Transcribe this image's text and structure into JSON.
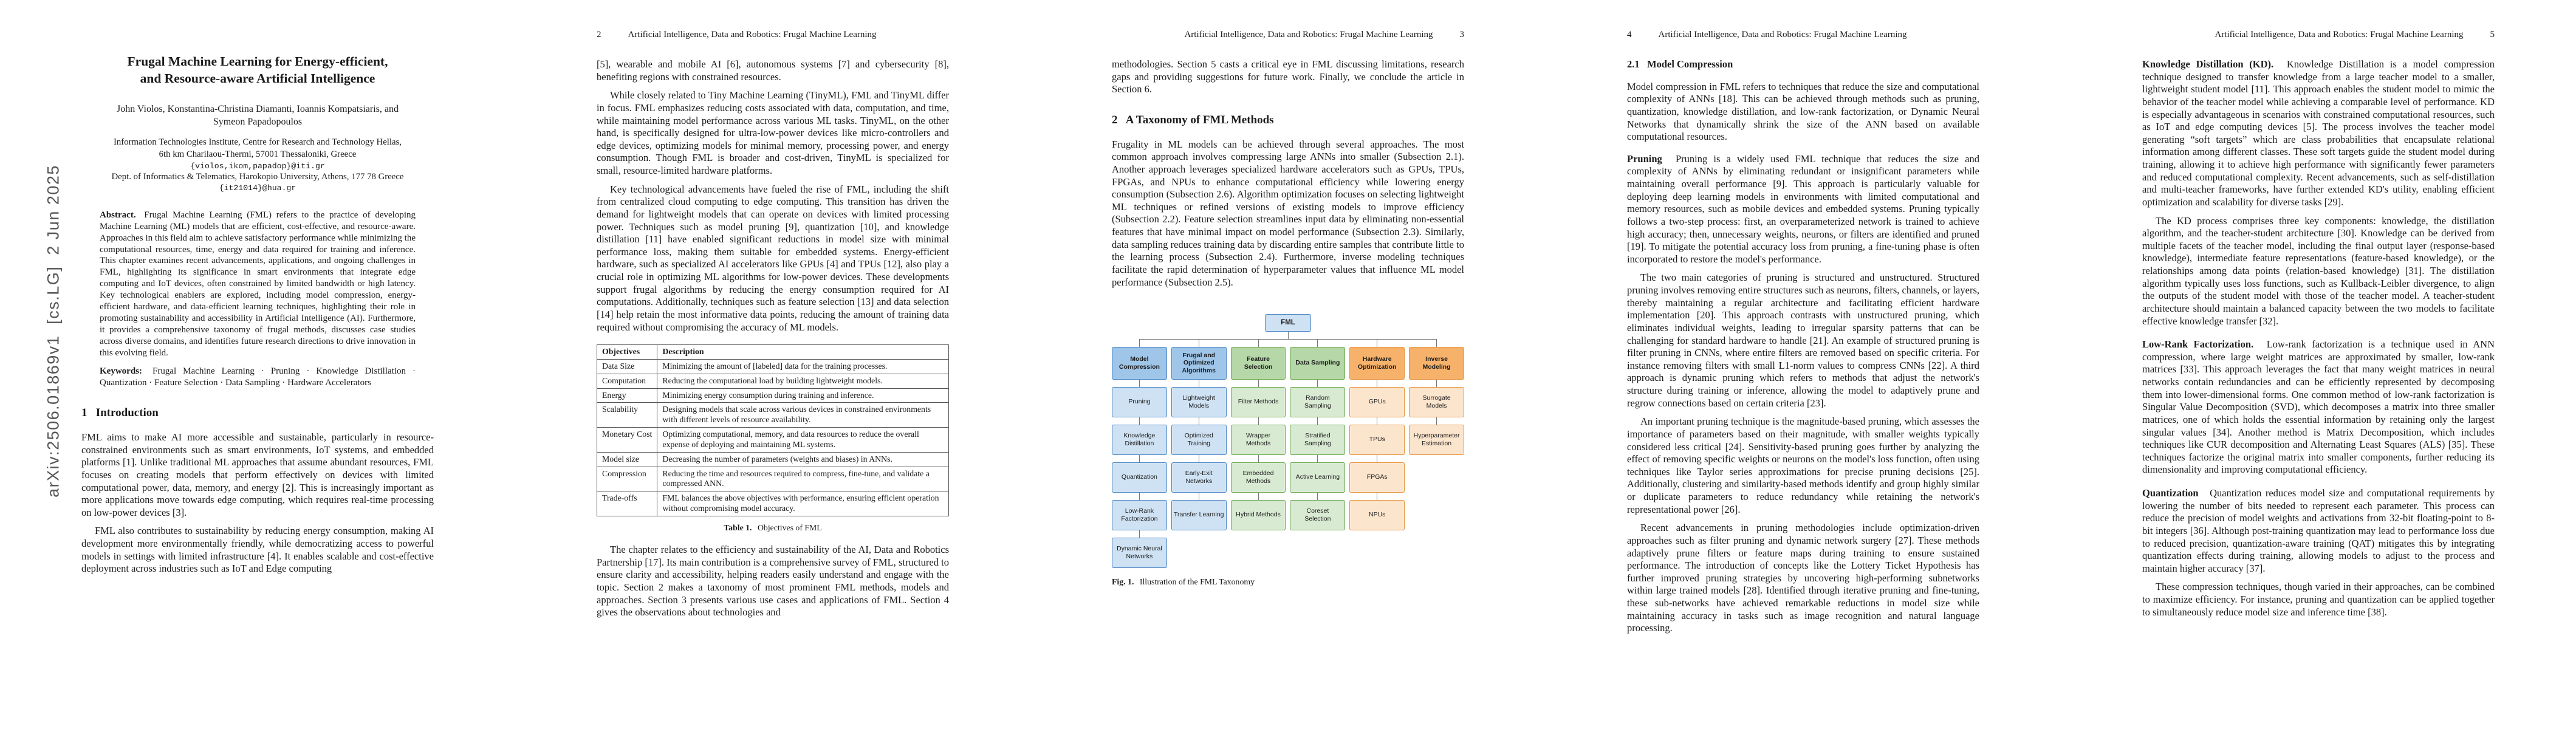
{
  "meta": {
    "arxiv_watermark": "arXiv:2506.01869v1  [cs.LG]  2 Jun 2025",
    "running_title": "Artificial Intelligence, Data and Robotics: Frugal Machine Learning"
  },
  "page1": {
    "title_line1": "Frugal Machine Learning for Energy-efficient,",
    "title_line2": "and Resource-aware Artificial Intelligence",
    "authors_line1": "John Violos, Konstantina-Christina Diamanti, Ioannis Kompatsiaris, and",
    "authors_line2": "Symeon Papadopoulos",
    "affiliation1": "Information Technologies Institute, Centre for Research and Technology Hellas,",
    "affiliation2": "6th km Charilaou-Thermi, 57001 Thessaloniki, Greece",
    "email1": "{violos,ikom,papadop}@iti.gr",
    "affiliation3": "Dept. of Informatics & Telematics, Harokopio University, Athens, 177 78 Greece",
    "email2": "{it21014}@hua.gr",
    "abstract_label": "Abstract.",
    "abstract_text": "Frugal Machine Learning (FML) refers to the practice of developing Machine Learning (ML) models that are efficient, cost-effective, and resource-aware. Approaches in this field aim to achieve satisfactory performance while minimizing the computational resources, time, energy and data required for training and inference. This chapter examines recent advancements, applications, and ongoing challenges in FML, highlighting its significance in smart environments that integrate edge computing and IoT devices, often constrained by limited bandwidth or high latency. Key technological enablers are explored, including model compression, energy-efficient hardware, and data-efficient learning techniques, highlighting their role in promoting sustainability and accessibility in Artificial Intelligence (AI). Furthermore, it provides a comprehensive taxonomy of frugal methods, discusses case studies across diverse domains, and identifies future research directions to drive innovation in this evolving field.",
    "keywords_label": "Keywords:",
    "keywords_text": "Frugal Machine Learning · Pruning · Knowledge Distillation · Quantization · Feature Selection · Data Sampling · Hardware Accelerators",
    "section_heading": "1   Introduction",
    "para1": "FML aims to make AI more accessible and sustainable, particularly in resource-constrained environments such as smart environments, IoT systems, and embedded platforms [1]. Unlike traditional ML approaches that assume abundant resources, FML focuses on creating models that perform effectively on devices with limited computational power, data, memory, and energy [2]. This is increasingly important as more applications move towards edge computing, which requires real-time processing on low-power devices [3].",
    "para2": "FML also contributes to sustainability by reducing energy consumption, making AI development more environmentally friendly, while democratizing access to powerful models in settings with limited infrastructure [4]. It enables scalable and cost-effective deployment across industries such as IoT and Edge computing"
  },
  "page2": {
    "page_number": "2",
    "para1": "[5], wearable and mobile AI [6], autonomous systems [7] and cybersecurity [8], benefiting regions with constrained resources.",
    "para2": "While closely related to Tiny Machine Learning (TinyML), FML and TinyML differ in focus. FML emphasizes reducing costs associated with data, computation, and time, while maintaining model performance across various ML tasks. TinyML, on the other hand, is specifically designed for ultra-low-power devices like micro-controllers and edge devices, optimizing models for minimal memory, processing power, and energy consumption. Though FML is broader and cost-driven, TinyML is specialized for small, resource-limited hardware platforms.",
    "para3": "Key technological advancements have fueled the rise of FML, including the shift from centralized cloud computing to edge computing. This transition has driven the demand for lightweight models that can operate on devices with limited processing power. Techniques such as model pruning [9], quantization [10], and knowledge distillation [11] have enabled significant reductions in model size with minimal performance loss, making them suitable for embedded systems. Energy-efficient hardware, such as specialized AI accelerators like GPUs [4] and TPUs [12], also play a crucial role in optimizing ML algorithms for low-power devices. These developments support frugal algorithms by reducing the energy consumption required for AI computations. Additionally, techniques such as feature selection [13] and data selection [14] help retain the most informative data points, reducing the amount of training data required without compromising the accuracy of ML models.",
    "table": {
      "col1_header": "Objectives",
      "col2_header": "Description",
      "rows": [
        [
          "Data Size",
          "Minimizing the amount of [labeled] data for the training processes."
        ],
        [
          "Computation",
          "Reducing the computational load by building lightweight models."
        ],
        [
          "Energy",
          "Minimizing energy consumption during training and inference."
        ],
        [
          "Scalability",
          "Designing models that scale across various devices in constrained environments with different levels of resource availability."
        ],
        [
          "Monetary Cost",
          "Optimizing computational, memory, and data resources to reduce the overall expense of deploying and maintaining ML systems."
        ],
        [
          "Model size",
          "Decreasing the number of parameters (weights and biases) in ANNs."
        ],
        [
          "Compression",
          "Reducing the time and resources required to compress, fine-tune, and validate a compressed ANN."
        ],
        [
          "Trade-offs",
          "FML balances the above objectives with performance, ensuring efficient operation without compromising model accuracy."
        ]
      ],
      "caption_label": "Table 1.",
      "caption_text": "Objectives of FML"
    },
    "para4": "The chapter relates to the efficiency and sustainability of the AI, Data and Robotics Partnership [17]. Its main contribution is a comprehensive survey of FML, structured to ensure clarity and accessibility, helping readers easily understand and engage with the topic. Section 2 makes a taxonomy of most prominent FML methods, models and approaches. Section 3 presents various use cases and applications of FML. Section 4 gives the observations about technologies and"
  },
  "page3": {
    "page_number": "3",
    "para1": "methodologies. Section 5 casts a critical eye in FML discussing limitations, research gaps and providing suggestions for future work. Finally, we conclude the article in Section 6.",
    "section_heading": "2   A Taxonomy of FML Methods",
    "para2": "Frugality in ML models can be achieved through several approaches. The most common approach involves compressing large ANNs into smaller (Subsection 2.1). Another approach leverages specialized hardware accelerators such as GPUs, TPUs, FPGAs, and NPUs to enhance computational efficiency while lowering energy consumption (Subsection 2.6). Algorithm optimization focuses on selecting lightweight ML techniques or refined versions of existing models to improve efficiency (Subsection 2.2). Feature selection streamlines input data by eliminating non-essential features that have minimal impact on model performance (Subsection 2.3). Similarly, data sampling reduces training data by discarding entire samples that contribute little to the learning process (Subsection 2.4). Furthermore, inverse modeling techniques facilitate the rapid determination of hyperparameter values that influence ML model performance (Subsection 2.5).",
    "figure": {
      "root": "FML",
      "root_color": "#cfe2f3",
      "root_border": "#4a86c6",
      "groups": [
        {
          "name": "Model Compression",
          "color": "#9fc5e8",
          "leaf_color": "#cfe2f3",
          "border": "#4a86c6",
          "leaves": [
            "Pruning",
            "Knowledge Distillation",
            "Quantization",
            "Low-Rank Factorization",
            "Dynamic Neural Networks"
          ]
        },
        {
          "name": "Frugal and Optimized Algorithms",
          "color": "#9fc5e8",
          "leaf_color": "#cfe2f3",
          "border": "#4a86c6",
          "leaves": [
            "Lightweight Models",
            "Optimized Training",
            "Early-Exit Networks",
            "Transfer Learning"
          ]
        },
        {
          "name": "Feature Selection",
          "color": "#b6d7a8",
          "leaf_color": "#d9ead3",
          "border": "#6aa84f",
          "leaves": [
            "Filter Methods",
            "Wrapper Methods",
            "Embedded Methods",
            "Hybrid Methods"
          ]
        },
        {
          "name": "Data Sampling",
          "color": "#b6d7a8",
          "leaf_color": "#d9ead3",
          "border": "#6aa84f",
          "leaves": [
            "Random Sampling",
            "Stratified Sampling",
            "Active Learning",
            "Coreset Selection"
          ]
        },
        {
          "name": "Hardware Optimization",
          "color": "#f6b26b",
          "leaf_color": "#fce5cd",
          "border": "#e69138",
          "leaves": [
            "GPUs",
            "TPUs",
            "FPGAs",
            "NPUs"
          ]
        },
        {
          "name": "Inverse Modeling",
          "color": "#f6b26b",
          "leaf_color": "#fce5cd",
          "border": "#e69138",
          "leaves": [
            "Surrogate Models",
            "Hyperparameter Estimation"
          ]
        }
      ],
      "caption_label": "Fig. 1.",
      "caption_text": "Illustration of the FML Taxonomy"
    }
  },
  "page4": {
    "page_number": "4",
    "section_heading": "2.1   Model Compression",
    "para1": "Model compression in FML refers to techniques that reduce the size and computational complexity of ANNs [18]. This can be achieved through methods such as pruning, quantization, knowledge distillation, and low-rank factorization, or Dynamic Neural Networks that dynamically shrink the size of the ANN based on available computational resources.",
    "pruning_lead": "Pruning",
    "para2": "Pruning is a widely used FML technique that reduces the size and complexity of ANNs by eliminating redundant or insignificant parameters while maintaining overall performance [9]. This approach is particularly valuable for deploying deep learning models in environments with limited computational and memory resources, such as mobile devices and embedded systems. Pruning typically follows a two-step process: first, an overparameterized network is trained to achieve high accuracy; then, unnecessary weights, neurons, or filters are identified and pruned [19]. To mitigate the potential accuracy loss from pruning, a fine-tuning phase is often incorporated to restore the model's performance.",
    "para3": "The two main categories of pruning is structured and unstructured. Structured pruning involves removing entire structures such as neurons, filters, channels, or layers, thereby maintaining a regular architecture and facilitating efficient hardware implementation [20]. This approach contrasts with unstructured pruning, which eliminates individual weights, leading to irregular sparsity patterns that can be challenging for standard hardware to handle [21]. An example of structured pruning is filter pruning in CNNs, where entire filters are removed based on specific criteria. For instance removing filters with small L1-norm values to compress CNNs [22]. A third approach is dynamic pruning which refers to methods that adjust the network's structure during training or inference, allowing the model to adaptively prune and regrow connections based on certain criteria [23].",
    "para4": "An important pruning technique is the magnitude-based pruning, which assesses the importance of parameters based on their magnitude, with smaller weights typically considered less critical [24]. Sensitivity-based pruning goes further by analyzing the effect of removing specific weights or neurons on the model's loss function, often using techniques like Taylor series approximations for precise pruning decisions [25]. Additionally, clustering and similarity-based methods identify and group highly similar or duplicate parameters to reduce redundancy while retaining the network's representational power [26].",
    "para5": "Recent advancements in pruning methodologies include optimization-driven approaches such as filter pruning and dynamic network surgery [27]. These methods adaptively prune filters or feature maps during training to ensure sustained performance. The introduction of concepts like the Lottery Ticket Hypothesis has further improved pruning strategies by uncovering high-performing subnetworks within large trained models [28]. Identified through iterative pruning and fine-tuning, these sub-networks have achieved remarkable reductions in model size while maintaining accuracy in tasks such as image recognition and natural language processing."
  },
  "page5": {
    "page_number": "5",
    "kd_lead": "Knowledge Distillation (KD).",
    "para1": "Knowledge Distillation is a model compression technique designed to transfer knowledge from a large teacher model to a smaller, lightweight student model [11]. This approach enables the student model to mimic the behavior of the teacher model while achieving a comparable level of performance. KD is especially advantageous in scenarios with constrained computational resources, such as IoT and edge computing devices [5]. The process involves the teacher model generating “soft targets” which are class probabilities that encapsulate relational information among different classes. These soft targets guide the student model during training, allowing it to achieve high performance with significantly fewer parameters and reduced computational complexity. Recent advancements, such as self-distillation and multi-teacher frameworks, have further extended KD's utility, enabling efficient optimization and scalability for diverse tasks [29].",
    "para2": "The KD process comprises three key components: knowledge, the distillation algorithm, and the teacher-student architecture [30]. Knowledge can be derived from multiple facets of the teacher model, including the final output layer (response-based knowledge), intermediate feature representations (feature-based knowledge), or the relationships among data points (relation-based knowledge) [31]. The distillation algorithm typically uses loss functions, such as Kullback-Leibler divergence, to align the outputs of the student model with those of the teacher model. A teacher-student architecture should maintain a balanced capacity between the two models to facilitate effective knowledge transfer [32].",
    "lrf_lead": "Low-Rank Factorization.",
    "para3": "Low-rank factorization is a technique used in ANN compression, where large weight matrices are approximated by smaller, low-rank matrices [33]. This approach leverages the fact that many weight matrices in neural networks contain redundancies and can be efficiently represented by decomposing them into lower-dimensional forms. One common method of low-rank factorization is Singular Value Decomposition (SVD), which decomposes a matrix into three smaller matrices, one of which holds the essential information by retaining only the largest singular values [34]. Another method is Matrix Decomposition, which includes techniques like CUR decomposition and Alternating Least Squares (ALS) [35]. These techniques factorize the original matrix into smaller components, further reducing its dimensionality and improving computational efficiency.",
    "quant_lead": "Quantization",
    "para4": "Quantization reduces model size and computational requirements by lowering the number of bits needed to represent each parameter. This process can reduce the precision of model weights and activations from 32-bit floating-point to 8-bit integers [36]. Although post-training quantization may lead to performance loss due to reduced precision, quantization-aware training (QAT) mitigates this by integrating quantization effects during training, allowing models to adjust to the process and maintain higher accuracy [37].",
    "para5": "These compression techniques, though varied in their approaches, can be combined to maximize efficiency. For instance, pruning and quantization can be applied together to simultaneously reduce model size and inference time [38]."
  }
}
